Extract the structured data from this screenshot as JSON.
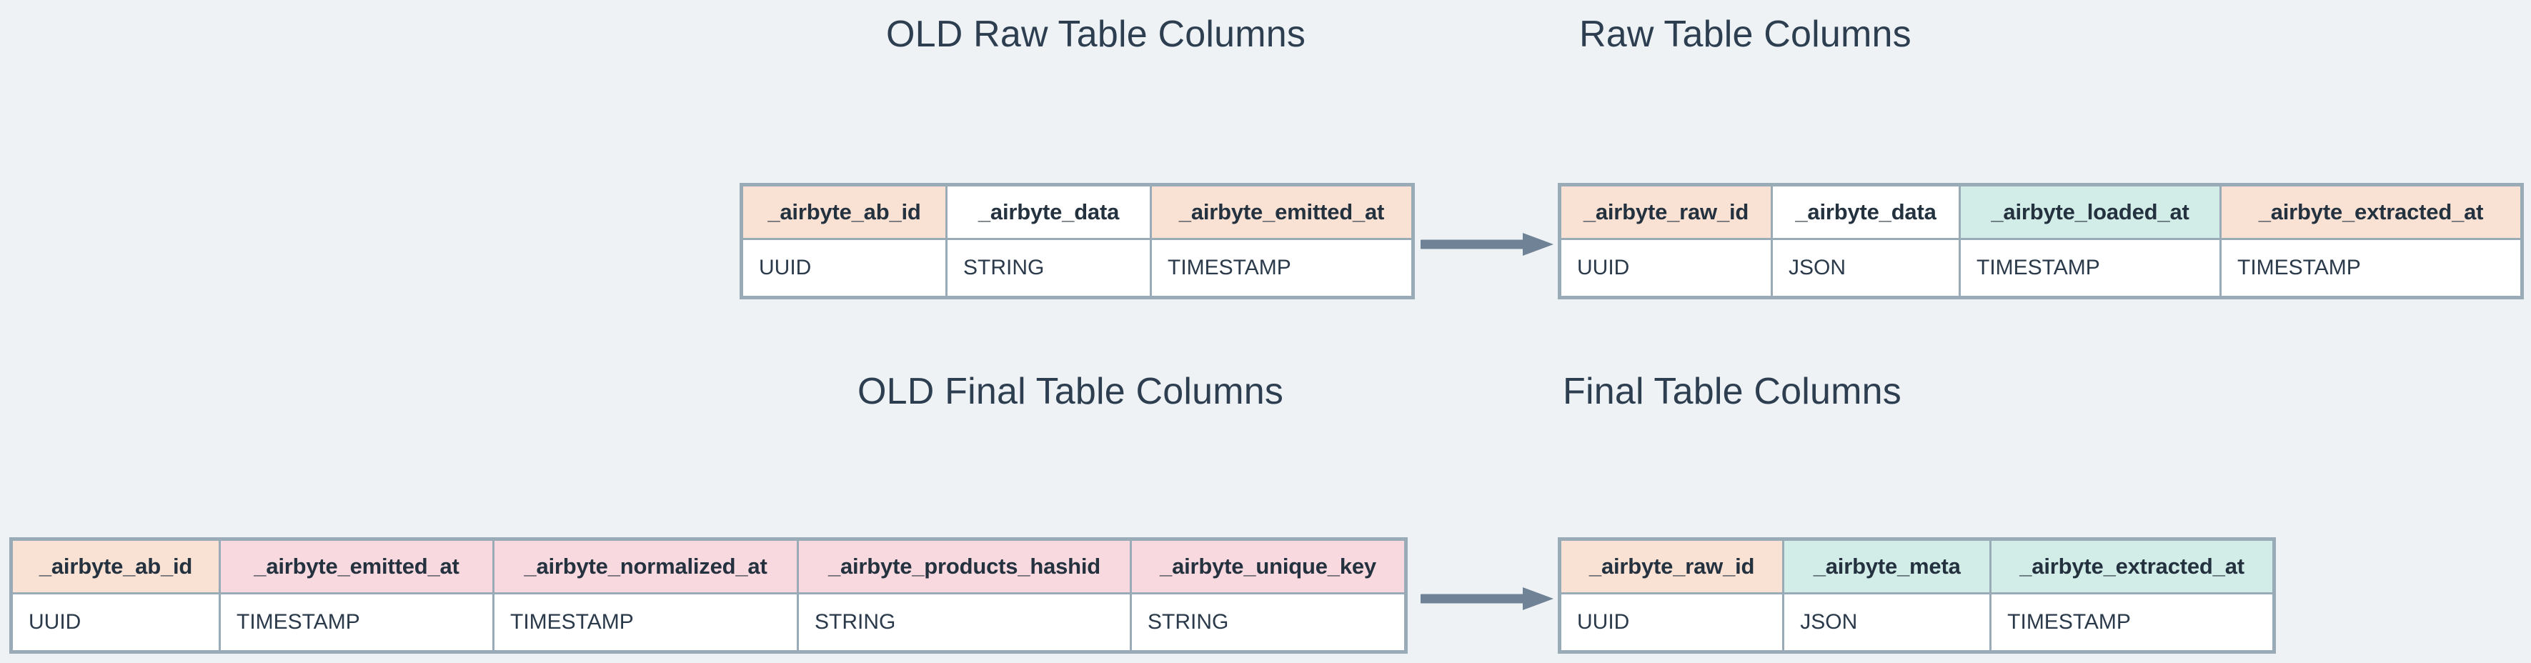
{
  "page": {
    "background_color": "#eef2f5",
    "text_color": "#2c3e50",
    "border_color": "#9aabb8",
    "accent_peach": "#f9e2d4",
    "accent_pink": "#f8d9df",
    "accent_mint": "#d2ece8",
    "arrow_color": "#6f8296"
  },
  "sections": {
    "old_raw": {
      "title": "OLD Raw Table Columns",
      "columns": [
        {
          "name": "_airbyte_ab_id",
          "type": "UUID",
          "header_color": "peach"
        },
        {
          "name": "_airbyte_data",
          "type": "STRING",
          "header_color": "white"
        },
        {
          "name": "_airbyte_emitted_at",
          "type": "TIMESTAMP",
          "header_color": "peach"
        }
      ],
      "cell_colors": [
        "white",
        "peach",
        "white"
      ]
    },
    "raw": {
      "title": "Raw Table Columns",
      "columns": [
        {
          "name": "_airbyte_raw_id",
          "type": "UUID",
          "header_color": "peach"
        },
        {
          "name": "_airbyte_data",
          "type": "JSON",
          "header_color": "white"
        },
        {
          "name": "_airbyte_loaded_at",
          "type": "TIMESTAMP",
          "header_color": "mint"
        },
        {
          "name": "_airbyte_extracted_at",
          "type": "TIMESTAMP",
          "header_color": "peach"
        }
      ],
      "cell_colors": [
        "white",
        "peach",
        "white",
        "white"
      ]
    },
    "old_final": {
      "title": "OLD Final Table Columns",
      "columns": [
        {
          "name": "_airbyte_ab_id",
          "type": "UUID",
          "header_color": "peach"
        },
        {
          "name": "_airbyte_emitted_at",
          "type": "TIMESTAMP",
          "header_color": "pink"
        },
        {
          "name": "_airbyte_normalized_at",
          "type": "TIMESTAMP",
          "header_color": "pink"
        },
        {
          "name": "_airbyte_products_hashid",
          "type": "STRING",
          "header_color": "pink"
        },
        {
          "name": "_airbyte_unique_key",
          "type": "STRING",
          "header_color": "pink"
        }
      ],
      "cell_colors": [
        "white",
        "white",
        "white",
        "white",
        "white"
      ]
    },
    "final": {
      "title": "Final Table Columns",
      "columns": [
        {
          "name": "_airbyte_raw_id",
          "type": "UUID",
          "header_color": "peach"
        },
        {
          "name": "_airbyte_meta",
          "type": "JSON",
          "header_color": "mint"
        },
        {
          "name": "_airbyte_extracted_at",
          "type": "TIMESTAMP",
          "header_color": "mint"
        }
      ],
      "cell_colors": [
        "white",
        "white",
        "white"
      ]
    }
  },
  "arrows": [
    {
      "name": "raw-migration-arrow",
      "direction": "right"
    },
    {
      "name": "final-migration-arrow",
      "direction": "right"
    }
  ]
}
